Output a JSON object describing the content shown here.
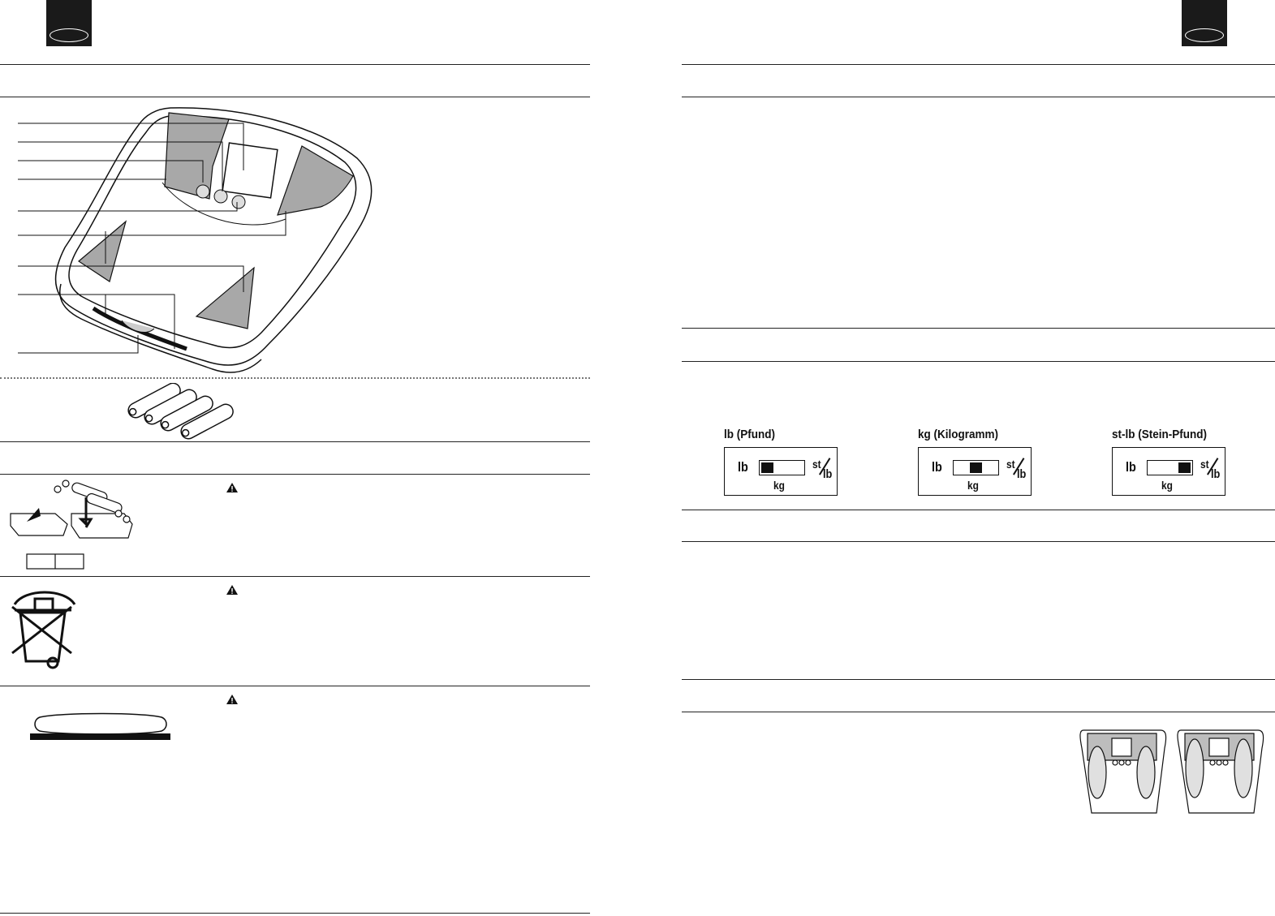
{
  "units": [
    {
      "label": "lb (Pfund)",
      "switch_position": 0
    },
    {
      "label": "kg (Kilogramm)",
      "switch_position": 0.5
    },
    {
      "label": "st-lb (Stein-Pfund)",
      "switch_position": 1
    }
  ],
  "switch": {
    "left": "lb",
    "bottom": "kg",
    "right_top": "st",
    "right_bottom": "lb"
  },
  "colors": {
    "ink": "#111111",
    "shade": "#a8a8a8",
    "tab": "#1a1a1a"
  }
}
